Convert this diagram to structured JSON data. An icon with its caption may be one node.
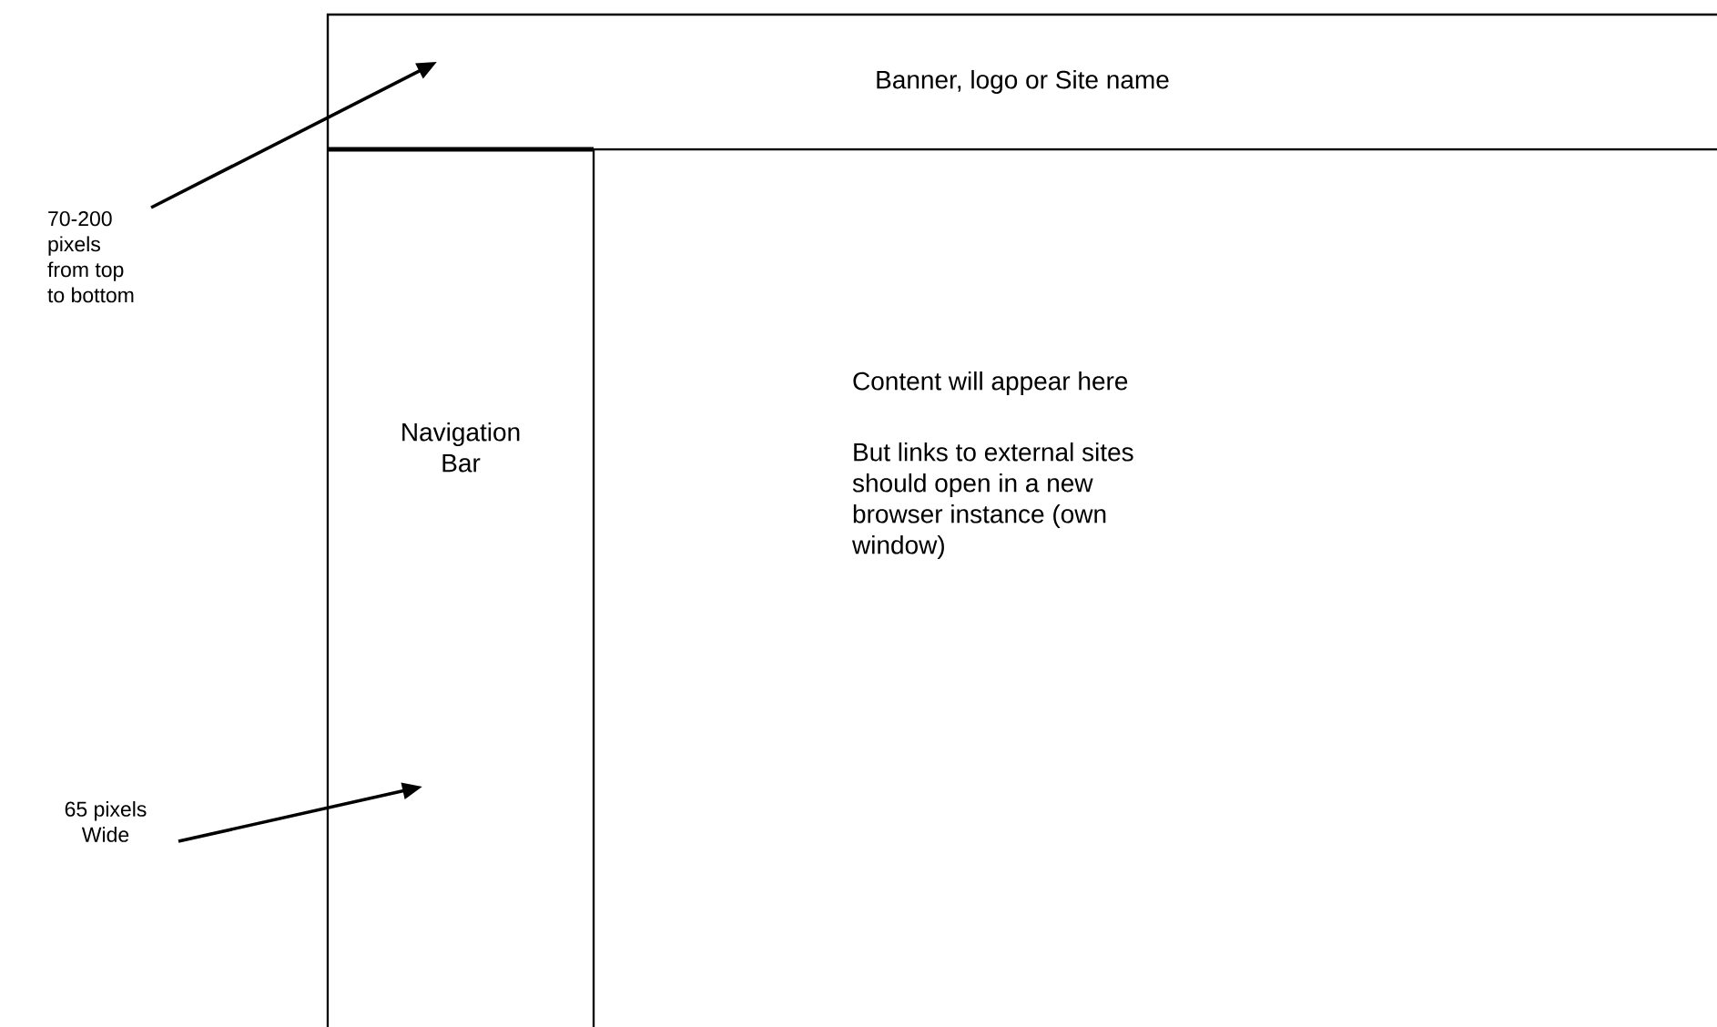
{
  "diagram": {
    "nodes": [
      {
        "text": [
          "Banner, logo or Site name"
        ]
      },
      {
        "text": [
          "Navigation Bar"
        ]
      },
      {
        "text": [
          "Content will appear here",
          "But links to external sites should open in a new browser instance (own window)"
        ]
      },
      {
        "text": [
          "70-200 pixels from top to bottom"
        ]
      },
      {
        "text": [
          "65 pixels Wide"
        ]
      }
    ],
    "edges": [
      {
        "from": 3,
        "to": 0,
        "arrow": "to"
      },
      {
        "from": 4,
        "to": 1,
        "arrow": "to"
      }
    ]
  }
}
